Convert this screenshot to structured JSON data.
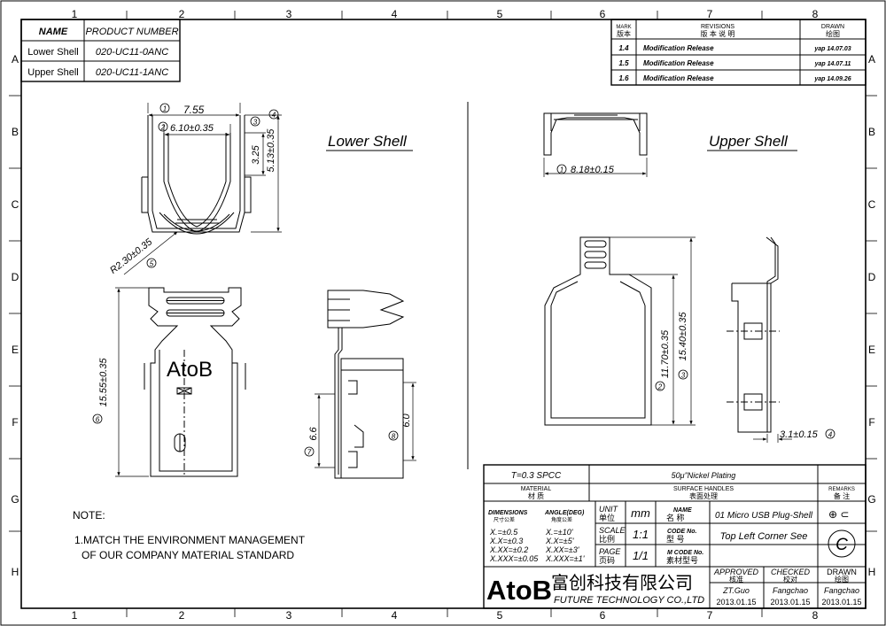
{
  "grid": {
    "columns": [
      "1",
      "2",
      "3",
      "4",
      "5",
      "6",
      "7",
      "8"
    ],
    "rows": [
      "A",
      "B",
      "C",
      "D",
      "E",
      "F",
      "G",
      "H"
    ]
  },
  "product_table": {
    "headers": [
      "NAME",
      "PRODUCT NUMBER"
    ],
    "rows": [
      {
        "name": "Lower Shell",
        "number": "020-UC11-0ANC"
      },
      {
        "name": "Upper Shell",
        "number": "020-UC11-1ANC"
      }
    ]
  },
  "revisions": {
    "mark_en": "MARK",
    "mark_cn": "版本",
    "title_en": "REVISIONS",
    "title_cn": "版 本 说 明",
    "drawn_en": "DRAWN",
    "drawn_cn": "绘图",
    "rows": [
      {
        "mark": "1.4",
        "desc": "Modification Release",
        "drawn": "yap 14.07.03"
      },
      {
        "mark": "1.5",
        "desc": "Modification Release",
        "drawn": "yap 14.07.11"
      },
      {
        "mark": "1.6",
        "desc": "Modification Release",
        "drawn": "yap 14.09.26"
      }
    ]
  },
  "views": {
    "lower_title": "Lower Shell",
    "upper_title": "Upper Shell",
    "logo_text": "AtoB"
  },
  "dims": {
    "lower": {
      "d755": "7.55",
      "d610": "6.10±0.35",
      "d325": "3.25",
      "d513": "5.13±0.35",
      "r230": "R2.30±0.35",
      "d1555": "15.55±0.35",
      "d66": "6.6",
      "d60": "6.0",
      "c1": "1",
      "c2": "2",
      "c3": "3",
      "c4": "4",
      "c5": "5",
      "c6": "6",
      "c7": "7",
      "c8": "8"
    },
    "upper": {
      "d818": "8.18±0.15",
      "d1170": "11.70±0.35",
      "d1540": "15.40±0.35",
      "d31": "3.1±0.15",
      "c1": "1",
      "c2": "2",
      "c3": "3",
      "c4": "4"
    }
  },
  "notes": {
    "title": "NOTE:",
    "line1": "1.MATCH THE ENVIRONMENT MANAGEMENT",
    "line2": "OF OUR COMPANY MATERIAL STANDARD"
  },
  "title_block": {
    "material_value": "T=0.3 SPCC",
    "material_en": "MATERIAL",
    "material_cn": "材 质",
    "surface_value": "50μ\"Nickel Plating",
    "surface_en": "SURFACE HANDLES",
    "surface_cn": "表面处理",
    "remarks_en": "REMARKS",
    "remarks_cn": "备 注",
    "dim_en": "DIMENSIONS",
    "dim_cn": "尺寸公差",
    "angle_en": "ANGLE(DEG)",
    "angle_cn": "角度公差",
    "tol": [
      "X.=±0.5",
      "X.X=±0.3",
      "X.XX=±0.2",
      "X.XXX=±0.05"
    ],
    "ang": [
      "X.=±10'",
      "X.X=±5'",
      "X.XX=±3'",
      "X.XXX=±1'"
    ],
    "unit_en": "UNIT",
    "unit_cn": "单位",
    "unit_value": "mm",
    "scale_en": "SCALE",
    "scale_cn": "比例",
    "scale_value": "1:1",
    "page_en": "PAGE",
    "page_cn": "页码",
    "page_value": "1/1",
    "name_en": "NAME",
    "name_cn": "名 称",
    "name_value": "01 Micro USB Plug-Shell",
    "code_en": "CODE No.",
    "code_cn": "型 号",
    "code_value": "Top Left Corner See",
    "mcode_en": "M CODE No.",
    "mcode_cn": "素材型号",
    "company_logo": "AtoB",
    "company_cn": "富创科技有限公司",
    "company_en": "FUTURE TECHNOLOGY CO.,LTD",
    "copyright_mark": "C",
    "approved_en": "APPROVED",
    "approved_cn": "核准",
    "approved_name": "ZT.Guo",
    "approved_date": "2013.01.15",
    "checked_en": "CHECKED",
    "checked_cn": "校对",
    "checked_name": "Fangchao",
    "checked_date": "2013.01.15",
    "drawn_en": "DRAWN",
    "drawn_cn": "绘图",
    "drawn_name": "Fangchao",
    "drawn_date": "2013.01.15"
  }
}
